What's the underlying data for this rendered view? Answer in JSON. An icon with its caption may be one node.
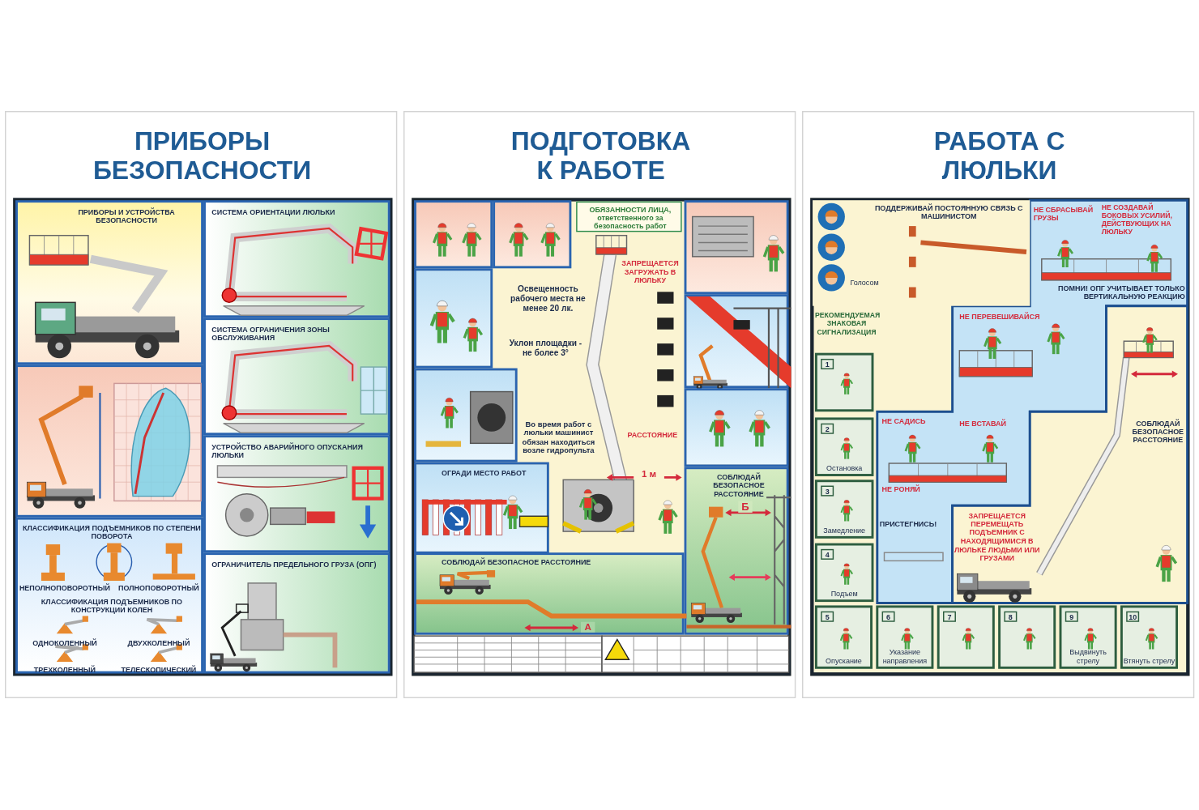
{
  "diagram": {
    "nodes": [
      {
        "text": [
          "ПРИБОРЫ БЕЗОПАСНОСТИ"
        ]
      },
      {
        "text": [
          "ПРИБОРЫ И УСТРОЙСТВА БЕЗОПАСНОСТИ"
        ],
        "in": 0
      },
      {
        "text": [
          "СИСТЕМА ОРИЕНТАЦИИ ЛЮЛЬКИ"
        ],
        "in": 0
      },
      {
        "text": [],
        "shape": "box",
        "in": 0
      },
      {
        "text": [
          "СИСТЕМА ОГРАНИЧЕНИЯ ЗОНЫ ОБСЛУЖИВАНИЯ"
        ],
        "in": 0
      },
      {
        "text": [
          "КЛАССИФИКАЦИЯ ПОДЪЕМНИКОВ ПО СТЕПЕНИ ПОВОРОТА",
          "НЕПОЛНОПОВОРОТНЫЙ",
          "ПОЛНОПОВОРОТНЫЙ",
          "КЛАССИФИКАЦИЯ ПОДЪЕМНИКОВ ПО КОНСТРУКЦИИ КОЛЕН",
          "ОДНОКОЛЕННЫЙ",
          "ДВУХКОЛЕННЫЙ",
          "ТРЕХКОЛЕННЫЙ",
          "ТЕЛЕСКОПИЧЕСКИЙ"
        ],
        "in": 0
      },
      {
        "text": [
          "УСТРОЙСТВО АВАРИЙНОГО ОПУСКАНИЯ ЛЮЛЬКИ"
        ],
        "in": 0
      },
      {
        "text": [
          "ОГРАНИЧИТЕЛЬ ПРЕДЕЛЬНОГО ГРУЗА (ОПГ)"
        ],
        "in": 0
      },
      {
        "text": [
          "ПОДГОТОВКА К РАБОТЕ"
        ]
      },
      {
        "text": [
          "ОБЯЗАННОСТИ ЛИЦА, ответственного за безопасность работ"
        ],
        "in": 8
      },
      {
        "text": [],
        "shape": "box",
        "in": 8
      },
      {
        "text": [],
        "shape": "box",
        "in": 8
      },
      {
        "text": [],
        "shape": "box",
        "in": 8
      },
      {
        "text": [],
        "shape": "box",
        "in": 8
      },
      {
        "text": [
          "ОГРАДИ МЕСТО РАБОТ"
        ],
        "in": 8
      },
      {
        "text": [],
        "shape": "box",
        "in": 8
      },
      {
        "text": [],
        "shape": "box",
        "in": 8
      },
      {
        "text": [],
        "shape": "box",
        "in": 8
      },
      {
        "text": [
          "СОБЛЮДАЙ БЕЗОПАСНОЕ РАССТОЯНИЕ",
          "Б"
        ],
        "in": 8
      },
      {
        "text": [
          "СОБЛЮДАЙ БЕЗОПАСНОЕ РАССТОЯНИЕ",
          "А"
        ],
        "in": 8
      },
      {
        "text": [
          "РАБОТА С ЛЮЛЬКИ"
        ]
      },
      {
        "text": [
          "ПОДДЕРЖИВАЙ ПОСТОЯННУЮ СВЯЗЬ С МАШИНИСТОМ",
          "Голосом"
        ],
        "in": 20
      },
      {
        "text": [
          "НЕ СБРАСЫВАЙ ГРУЗЫ",
          "НЕ СОЗДАВАЙ БОКОВЫХ УСИЛИЙ, ДЕЙСТВУЮЩИХ НА ЛЮЛЬКУ",
          "ПОМНИ! ОПГ УЧИТЫВАЕТ ТОЛЬКО ВЕРТИКАЛЬНУЮ РЕАКЦИЮ",
          "НЕ ПЕРЕВЕШИВАЙСЯ",
          "НЕ САДИСЬ",
          "НЕ ВСТАВАЙ",
          "НЕ РОНЯЙ",
          "ПРИСТЕГНИСЬ!"
        ],
        "in": 20
      },
      {
        "text": [
          "СОБЛЮДАЙ БЕЗОПАСНОЕ РАССТОЯНИЕ",
          "ЗАПРЕЩАЕТСЯ ПЕРЕМЕЩАТЬ ПОДЪЕМНИК С НАХОДЯЩИМИСЯ В ЛЮЛЬКЕ ЛЮДЬМИ ИЛИ ГРУЗАМИ"
        ],
        "in": 20
      },
      {
        "text": [
          "1"
        ],
        "in": 20
      },
      {
        "text": [
          "2",
          "Остановка"
        ],
        "in": 20
      },
      {
        "text": [
          "3",
          "Замедление"
        ],
        "in": 20
      },
      {
        "text": [
          "4",
          "Подъем"
        ],
        "in": 20
      },
      {
        "text": [
          "5",
          "Опускание"
        ],
        "in": 20
      },
      {
        "text": [
          "6",
          "Указание направления"
        ],
        "in": 20
      },
      {
        "text": [
          "7"
        ],
        "in": 20
      },
      {
        "text": [
          "8"
        ],
        "in": 20
      },
      {
        "text": [
          "9",
          "Выдвинуть стрелу"
        ],
        "in": 20
      },
      {
        "text": [
          "10",
          "Втянуть стрелу"
        ],
        "in": 20
      }
    ],
    "labels": [
      "ЗАПРЕЩАЕТСЯ ЗАГРУЖАТЬ В ЛЮЛЬКУ",
      "Освещенность рабочего места не менее 20 лк.",
      "Уклон площадки - не более 3°",
      "Во время работ с люльки машинист обязан находиться возле гидропульта",
      "РАССТОЯНИЕ",
      "1 м",
      "РЕКОМЕНДУЕМАЯ ЗНАКОВАЯ СИГНАЛИЗАЦИЯ"
    ]
  }
}
